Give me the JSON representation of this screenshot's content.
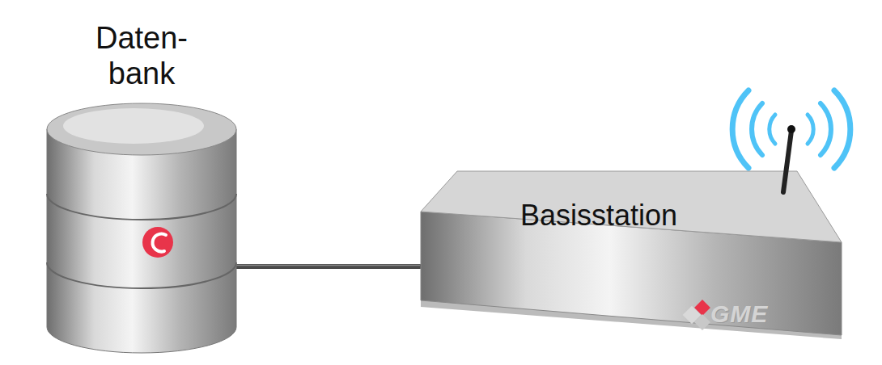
{
  "diagram": {
    "nodes": [
      {
        "text": [
          "Daten- bank"
        ]
      },
      {
        "text": [
          "Basisstation"
        ]
      }
    ],
    "edges": [
      {
        "from": 0,
        "to": 1,
        "arrow": "none"
      }
    ],
    "labels": [
      "GME"
    ]
  }
}
